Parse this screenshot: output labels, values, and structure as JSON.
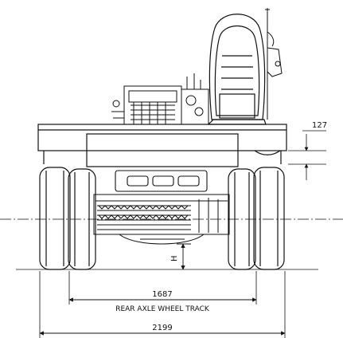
{
  "dimensions": {
    "overall_width": "2199",
    "rear_track": "1687",
    "rear_track_caption": "REAR AXLE WHEEL TRACK",
    "frame_height": "127",
    "ground_clearance_symbol": "H"
  },
  "colors": {
    "line": "#111111",
    "background": "#ffffff"
  }
}
